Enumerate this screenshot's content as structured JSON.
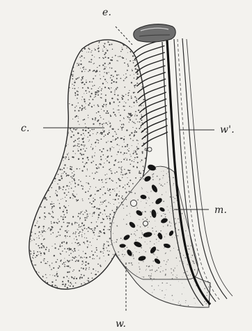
{
  "labels": {
    "e": "e.",
    "c": "c.",
    "w_prime": "w'.",
    "m": "m.",
    "w": "w."
  },
  "colors": {
    "paper": "#f3f2ee",
    "ink": "#232323",
    "stipple": "#4b4b4b",
    "tissue": "#e8e6e1"
  }
}
